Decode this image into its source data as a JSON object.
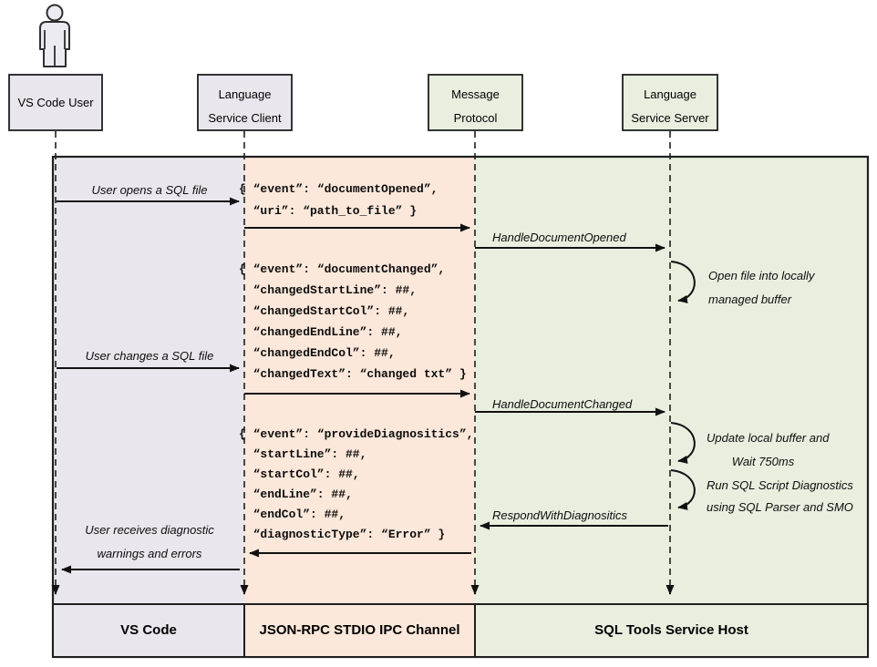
{
  "colors": {
    "lane_user": "#e9e6ee",
    "lane_channel": "#fbe8da",
    "lane_host": "#e8efdf",
    "actor_fill": "#ecebf1",
    "line": "#1f1f1f",
    "arrow": "#111111"
  },
  "actors": {
    "user": {
      "label": "VS Code User"
    },
    "client": {
      "line1": "Language",
      "line2": "Service Client"
    },
    "protocol": {
      "line1": "Message",
      "line2": "Protocol"
    },
    "server": {
      "line1": "Language",
      "line2": "Service Server"
    }
  },
  "messages": {
    "user_opens": "User opens a SQL file",
    "user_changes": "User changes a SQL file",
    "user_receives_1": "User receives diagnostic",
    "user_receives_2": "warnings and errors",
    "handle_document_opened": "HandleDocumentOpened",
    "handle_document_changed": "HandleDocumentChanged",
    "respond_with_diagnositics": "RespondWithDiagnositics"
  },
  "notes": {
    "open_file": [
      "Open file into locally",
      "managed buffer"
    ],
    "update_buffer": [
      "Update local buffer and",
      "Wait 750ms"
    ],
    "run_diagnostics": [
      "Run SQL Script Diagnostics",
      "using SQL Parser and SMO"
    ]
  },
  "payloads": {
    "document_opened": [
      "{ “event”: “documentOpened”,",
      "“uri”: “path_to_file” }"
    ],
    "document_changed": [
      "{ “event”: “documentChanged”,",
      "“changedStartLine”: ##,",
      "“changedStartCol”: ##,",
      "“changedEndLine”: ##,",
      "“changedEndCol”: ##,",
      "“changedText”: “changed txt” }"
    ],
    "provide_diagnositics": [
      "{ “event”: “provideDiagnositics”,",
      "“startLine”: ##,",
      "“startCol”: ##,",
      "“endLine”: ##,",
      "“endCol”: ##,",
      "“diagnosticType”: “Error” }"
    ]
  },
  "footers": {
    "vscode": "VS Code",
    "channel": "JSON-RPC STDIO IPC Channel",
    "host": "SQL Tools Service Host"
  }
}
